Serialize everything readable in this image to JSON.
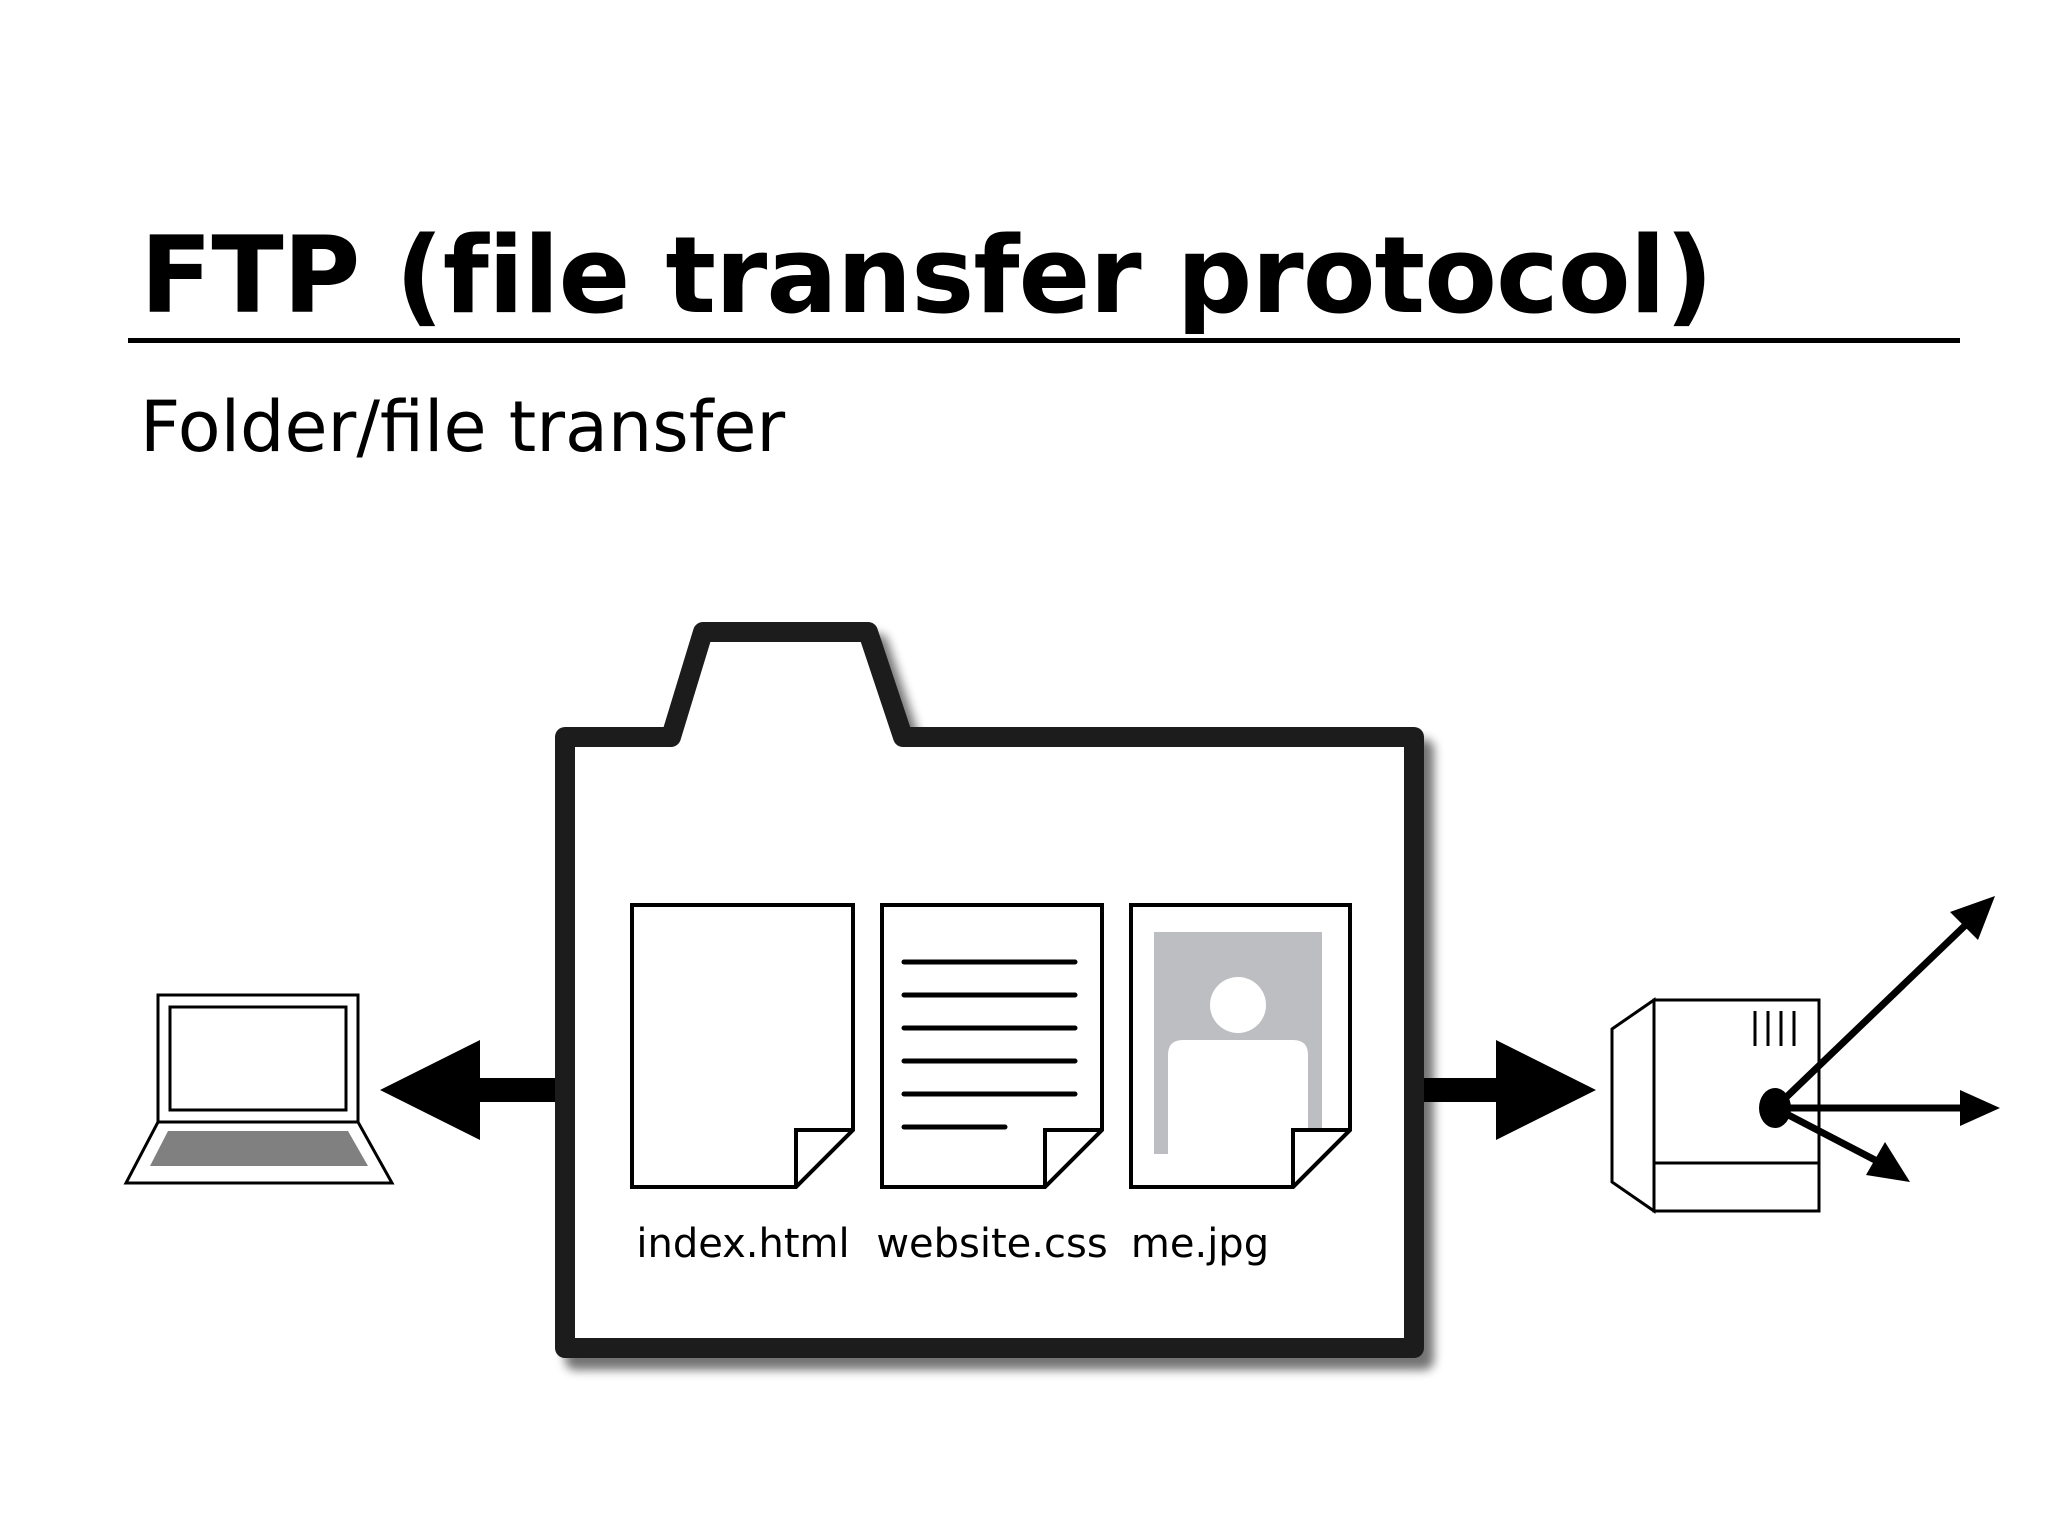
{
  "slide": {
    "title": "FTP (file transfer protocol)",
    "subtitle": "Folder/file transfer"
  },
  "files": [
    {
      "label": "index.html",
      "icon": "blank-document-icon"
    },
    {
      "label": "website.css",
      "icon": "text-document-icon"
    },
    {
      "label": "me.jpg",
      "icon": "image-document-icon"
    }
  ],
  "colors": {
    "stroke": "#000000",
    "folder_outline": "#1f1f1f",
    "laptop_screen_base": "#808080",
    "image_placeholder": "#bdbec2"
  }
}
